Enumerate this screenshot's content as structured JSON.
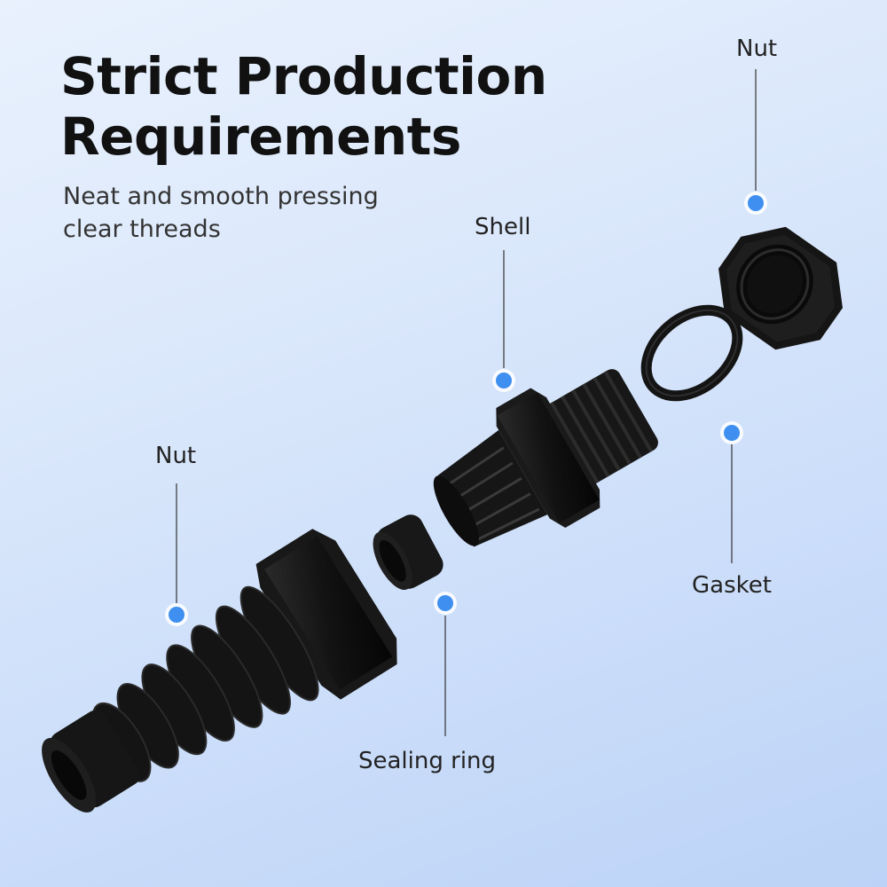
{
  "headline": {
    "line1": "Strict Production",
    "line2": "Requirements"
  },
  "subheadline": {
    "line1": "Neat and smooth pressing",
    "line2": "clear threads"
  },
  "callouts": {
    "nut_top": "Nut",
    "shell": "Shell",
    "gasket": "Gasket",
    "nut_left": "Nut",
    "sealing_ring": "Sealing ring"
  },
  "colors": {
    "background_light": "#e9f1fd",
    "background_dark": "#bcd3f7",
    "dot": "#3f8ff0",
    "part_black": "#141414",
    "headline_text": "#111111"
  }
}
